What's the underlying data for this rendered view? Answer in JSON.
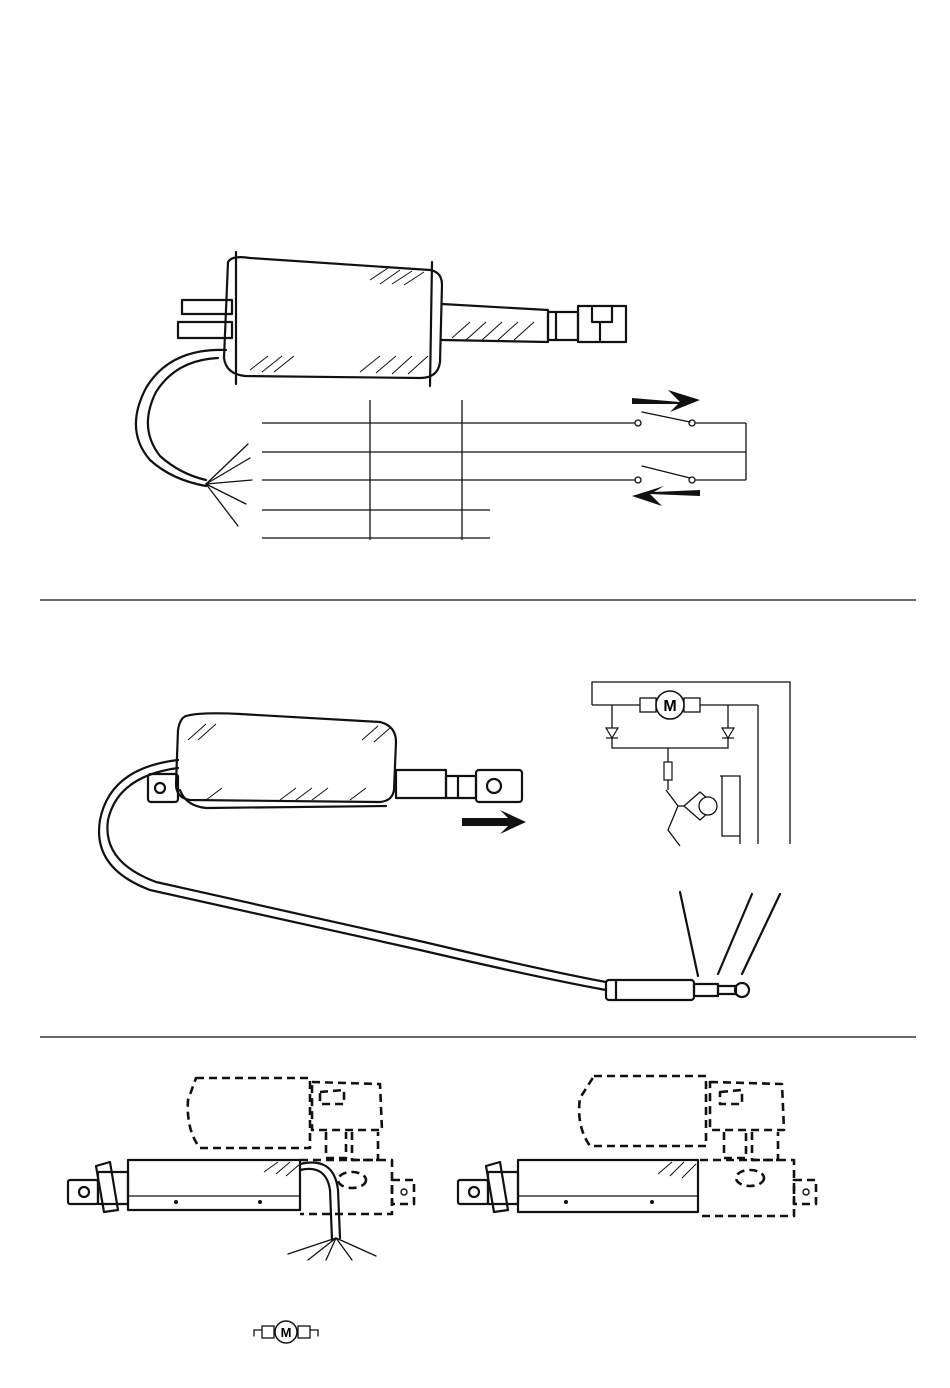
{
  "motor_symbol": {
    "label": "M"
  },
  "small_motor_symbol": {
    "label": "M"
  },
  "colors": {
    "ink": "#111111",
    "background": "#ffffff"
  },
  "icons": [
    "actuator-drawing",
    "switch-icon",
    "arrow-icon",
    "motor-icon",
    "diode-icon",
    "resistor-icon",
    "sensor-icon",
    "jack-plug-icon"
  ]
}
